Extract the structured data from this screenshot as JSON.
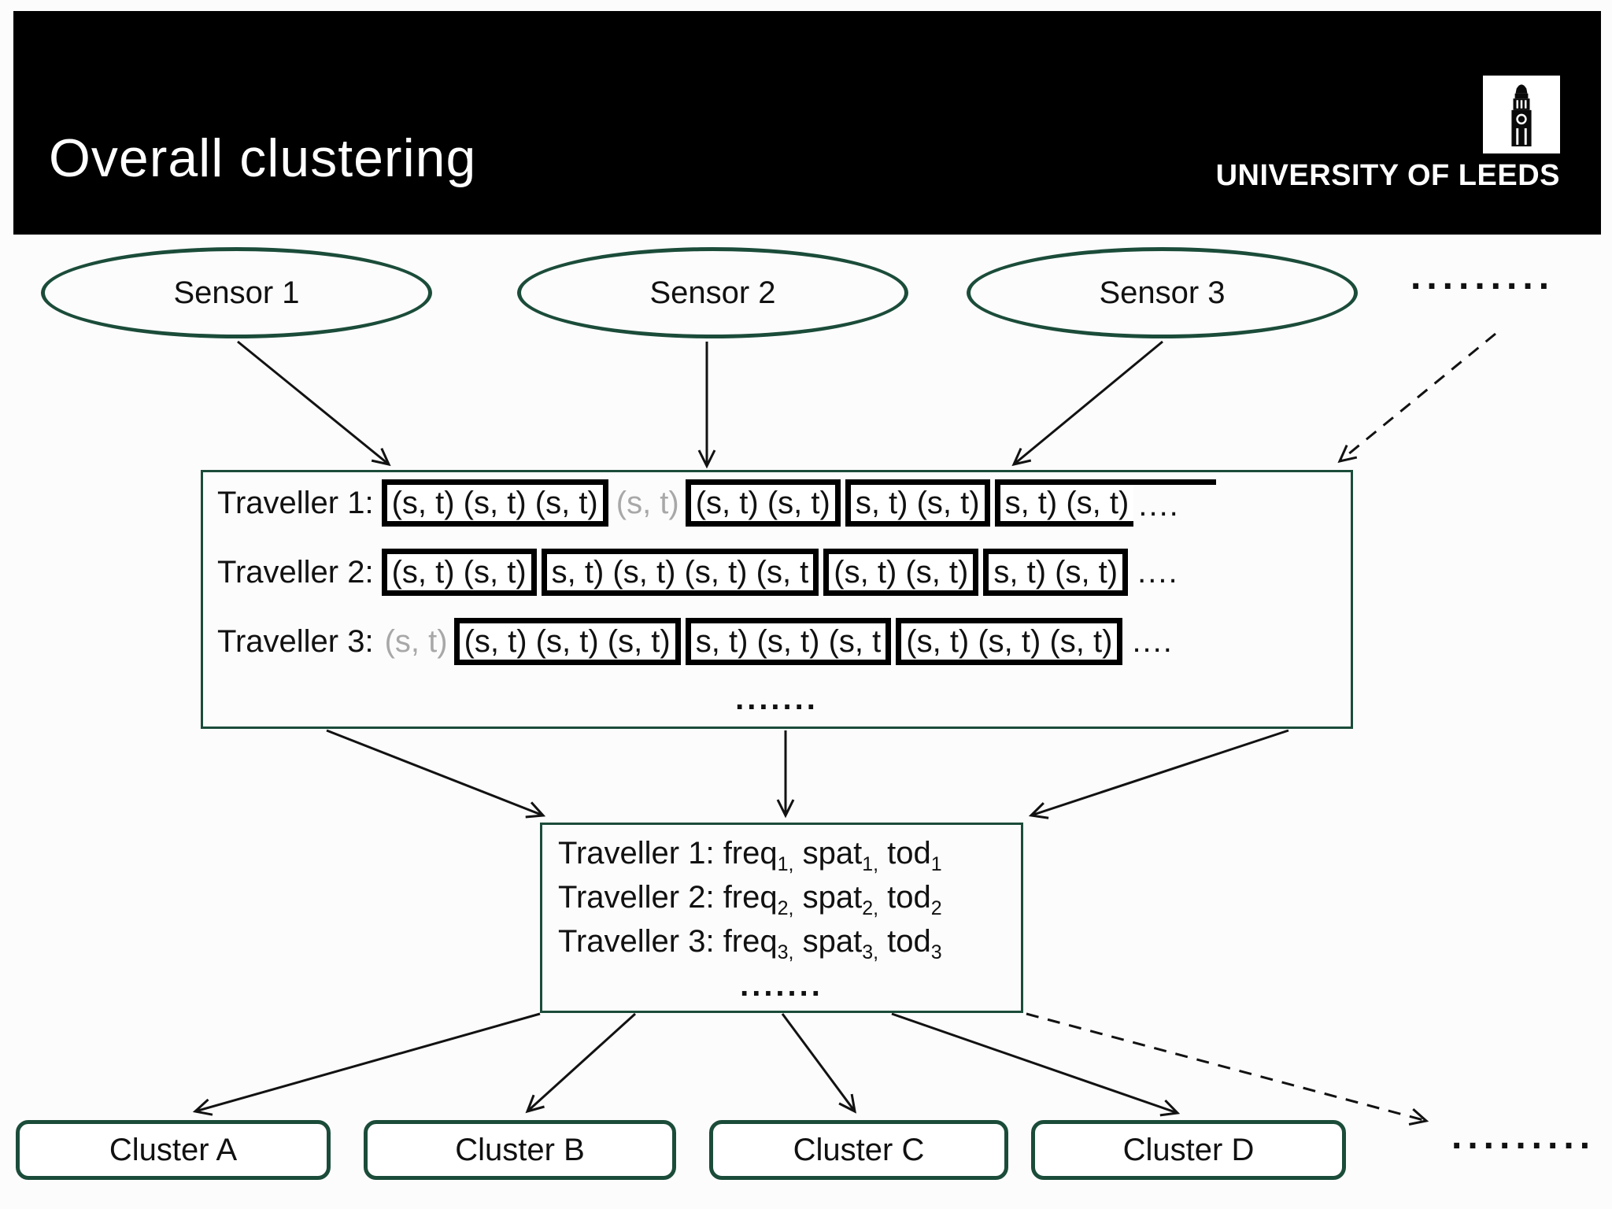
{
  "slide": {
    "title": "Overall clustering"
  },
  "logo": {
    "text": "UNIVERSITY OF LEEDS"
  },
  "sensors": [
    {
      "label": "Sensor 1"
    },
    {
      "label": "Sensor 2"
    },
    {
      "label": "Sensor 3"
    }
  ],
  "top_ellipsis": ".........",
  "sequence_box": {
    "rows": [
      {
        "label": "Traveller 1:",
        "segments": [
          "(s, t) (s, t) (s, t)",
          "(s, t)",
          "(s, t) (s, t)",
          "s, t) (s, t)",
          "s, t) (s, t)"
        ],
        "trail": "...."
      },
      {
        "label": "Traveller 2:",
        "segments": [
          "(s, t) (s, t)",
          "s, t) (s, t) (s, t) (s, t",
          "(s, t) (s, t)",
          "s, t) (s, t)"
        ],
        "trail": "...."
      },
      {
        "label": "Traveller 3:",
        "segments": [
          "(s, t)",
          "(s, t) (s, t) (s, t)",
          "s, t) (s, t) (s, t",
          "(s, t) (s, t) (s, t)"
        ],
        "trail": "...."
      }
    ],
    "ellipsis": "......."
  },
  "feature_box": {
    "lines": [
      {
        "prefix": "Traveller 1: freq",
        "sub1": "1,",
        "mid1": " spat",
        "sub2": "1,",
        "mid2": " tod",
        "sub3": "1"
      },
      {
        "prefix": "Traveller 2: freq",
        "sub1": "2,",
        "mid1": " spat",
        "sub2": "2,",
        "mid2": " tod",
        "sub3": "2"
      },
      {
        "prefix": "Traveller 3: freq",
        "sub1": "3,",
        "mid1": " spat",
        "sub2": "3,",
        "mid2": " tod",
        "sub3": "3"
      }
    ],
    "ellipsis": "......."
  },
  "clusters": [
    {
      "label": "Cluster A"
    },
    {
      "label": "Cluster B"
    },
    {
      "label": "Cluster C"
    },
    {
      "label": "Cluster D"
    }
  ],
  "bottom_ellipsis": ".........",
  "colors": {
    "green": "#1b4c3a",
    "gray": "#a8a8a8",
    "black": "#000000"
  }
}
